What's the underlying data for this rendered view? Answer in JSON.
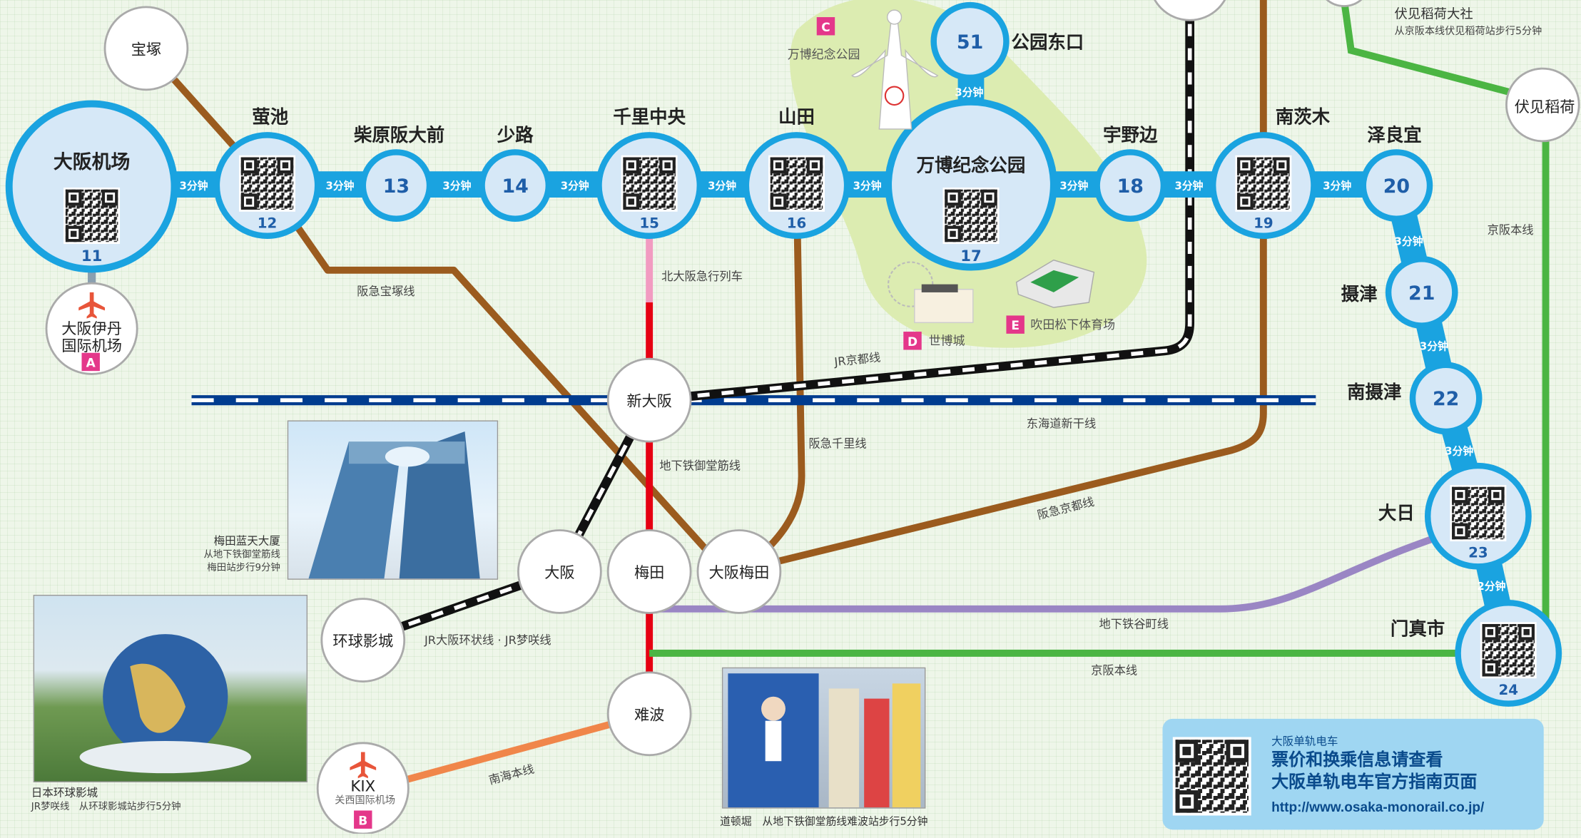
{
  "colors": {
    "monorail": "#1aa3e0",
    "station_fill": "#d6e8f7",
    "station_text": "#1f5ea8",
    "hankyu": "#9b5b1e",
    "midosuji": "#e60012",
    "kitakyu": "#f29bc1",
    "keihan": "#4bb543",
    "tanimachi": "#9a86c4",
    "nankai": "#f0864a",
    "park": "#dcecb1"
  },
  "monorail_stations": [
    {
      "id": "osaka-airport",
      "name": "大阪机场",
      "num": "11"
    },
    {
      "id": "hotarugaike",
      "name": "萤池",
      "num": "12"
    },
    {
      "id": "shibahara",
      "name": "柴原阪大前",
      "num": "13"
    },
    {
      "id": "shoji",
      "name": "少路",
      "num": "14"
    },
    {
      "id": "senri-chuo",
      "name": "千里中央",
      "num": "15"
    },
    {
      "id": "yamada",
      "name": "山田",
      "num": "16"
    },
    {
      "id": "banpaku",
      "name": "万博纪念公园",
      "num": "17"
    },
    {
      "id": "unobe",
      "name": "宇野边",
      "num": "18"
    },
    {
      "id": "minami-ibaraki",
      "name": "南茨木",
      "num": "19"
    },
    {
      "id": "sawaragi",
      "name": "泽良宜",
      "num": "20"
    },
    {
      "id": "settsu",
      "name": "摄津",
      "num": "21"
    },
    {
      "id": "minami-settsu",
      "name": "南摄津",
      "num": "22"
    },
    {
      "id": "dainichi",
      "name": "大日",
      "num": "23"
    },
    {
      "id": "kadoma",
      "name": "门真市",
      "num": "24"
    },
    {
      "id": "koen-higashiguchi",
      "name": "公园东口",
      "num": "51"
    }
  ],
  "travel_times": {
    "m11_12": "3分钟",
    "m12_13": "3分钟",
    "m13_14": "3分钟",
    "m14_15": "3分钟",
    "m15_16": "3分钟",
    "m16_17": "3分钟",
    "m17_18": "3分钟",
    "m18_19": "3分钟",
    "m19_20": "3分钟",
    "m20_21": "3分钟",
    "m21_22": "3分钟",
    "m22_23": "3分钟",
    "m23_24": "2分钟",
    "m17_51": "3分钟"
  },
  "transfer_stations": {
    "takarazuka": "宝塚",
    "itami_line1": "大阪伊丹",
    "itami_line2": "国际机场",
    "shin_osaka": "新大阪",
    "osaka": "大阪",
    "umeda": "梅田",
    "osaka_umeda": "大阪梅田",
    "usj": "环球影城",
    "namba": "难波",
    "kix_code": "KIX",
    "kix_name": "关西国际机场",
    "fushimi_inari": "伏见稻荷"
  },
  "line_labels": {
    "hankyu_takarazuka": "阪急宝塚线",
    "kitakyu": "北大阪急行列车",
    "jr_kyoto": "JR京都线",
    "tokaido": "东海道新干线",
    "hankyu_senri": "阪急千里线",
    "midosuji": "地下铁御堂筋线",
    "hankyu_kyoto": "阪急京都线",
    "tanimachi": "地下铁谷町线",
    "keihan_main_1": "京阪本线",
    "keihan_main_2": "京阪本线",
    "jr_loop": "JR大阪环状线 · JR梦咲线",
    "nankai": "南海本线"
  },
  "spots": {
    "A": "A",
    "B": "B",
    "C": "C",
    "c_name": "万博纪念公园",
    "D": "D",
    "d_name": "世博城",
    "E": "E",
    "e_name": "吹田松下体育场",
    "fushimi_title": "伏见稻荷大社",
    "fushimi_access": "从京阪本线伏见稻荷站步行5分钟"
  },
  "captions": {
    "umeda_sky_title": "梅田蓝天大厦",
    "umeda_sky_line1": "从地下铁御堂筋线",
    "umeda_sky_line2": "梅田站步行9分钟",
    "usj_title": "日本环球影城",
    "usj_access": "JR梦咲线　从环球影城站步行5分钟",
    "dotonbori": "道顿堀　从地下铁御堂筋线难波站步行5分钟"
  },
  "info_box": {
    "small": "大阪单轨电车",
    "line1": "票价和换乘信息请查看",
    "line2": "大阪单轨电车官方指南页面",
    "url": "http://www.osaka-monorail.co.jp/"
  }
}
